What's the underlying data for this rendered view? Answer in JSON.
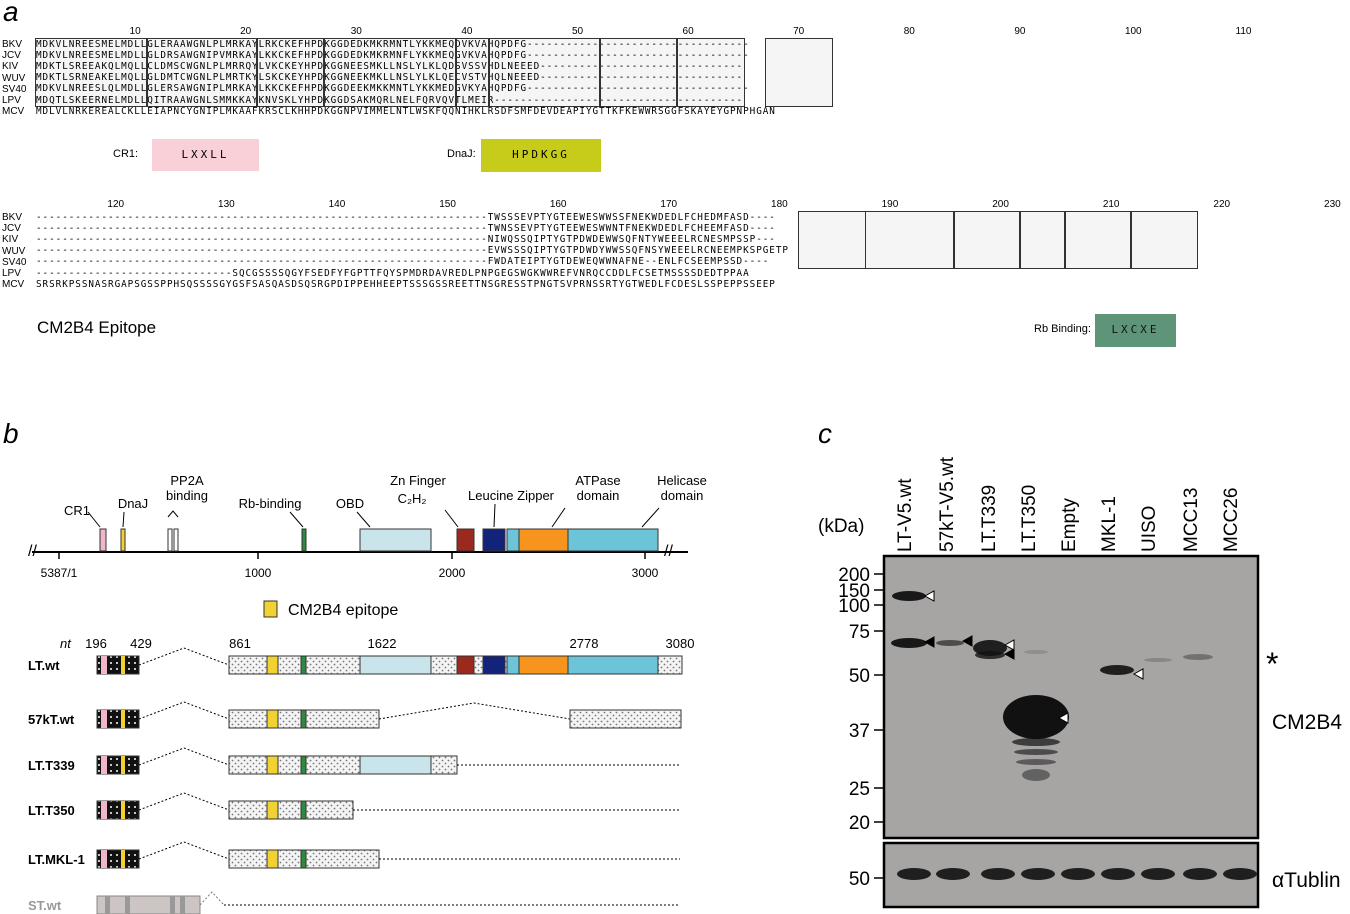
{
  "panels": {
    "a": "a",
    "b": "b",
    "c": "c"
  },
  "alignment": {
    "names": [
      "BKV",
      "JCV",
      "KIV",
      "WUV",
      "SV40",
      "LPV",
      "MCV"
    ],
    "block1": {
      "ticks": [
        "10",
        "20",
        "30",
        "40",
        "50",
        "60",
        "70",
        "80",
        "90",
        "100",
        "110"
      ],
      "rows": [
        "MDKVLNREESMELMDLLGLERAAWGNLPLMRKAYLRKCKEFHPDKGGDEDKMKRMNTLYKKMEQDVKVAHQPDFG----------------------------------",
        "MDKVLNREESMELMDLLGLDRSAWGNIPVMRKAYLKKCKEFHPDKGGDEDKMKRMNFLYKKMEQGVKVAHQPDFG----------------------------------",
        "MDKTLSREEAKQLMQLLCLDMSCWGNLPLMRRQYLVKCKEYHPDKGGNEESMKLLNSLYLKLQDSVSSVHDLNEEED-------------------------------",
        "MDKTLSRNEAKELMQLLGLDMTCWGNLPLMRTKYLSKCKEYHPDKGGNEEKMKLLNSLYLKLQECVSTVHQLNEEED-------------------------------",
        "MDKVLNREESLQLMDLLGLERSAWGNIPLMRKAYLKKCKEFHPDKGGDEEKMKKMNTLYKKMEDGVKYAHQPDFG----------------------------------",
        "MDQTLSKEERNELMDLLQITRAAWGNLSMMKKAYKNVSKLYHPDKGGDSAKMQRLNELFQRVQVTLMEIR--------------------------------------",
        "MDLVLNRKEREALCKLLEIAPNCYGNIPLMKAAFKRSCLKHHPDKGGNPVIMMELNTLWSKFQQNIHKLRSDFSMFDEVDEAPIYGTTKFKEWWRSGGFSKAYEYGPNPHGAN"
      ]
    },
    "block2": {
      "ticks": [
        "120",
        "130",
        "140",
        "150",
        "160",
        "170",
        "180",
        "190",
        "200",
        "210",
        "220",
        "230"
      ],
      "rows": [
        "---------------------------------------------------------------------TWSSSEVPTYGTEEWESWWSSFNEKWDEDLFCHEDMFASD----",
        "---------------------------------------------------------------------TWNSSEVPTYGTEEWESWWNTFNEKWDEDLFCHEEMFASD----",
        "---------------------------------------------------------------------NIWQSSQIPTYGTPDWDEWWSQFNTYWEEELRCNESMPSSP---",
        "---------------------------------------------------------------------EVWSSSQIPTYGTPDWDYWWSSQFNSYWEEELRCNEEMPKSPGETP",
        "---------------------------------------------------------------------FWDATEIPTYGTDEWEQWWNAFNE--ENLFCSEEMPSSD----",
        "------------------------------SQCGSSSSQGYFSEDFYFGPTTFQYSPMDRDAVREDLPNPGEGSWGKWWREFVNRQCCDDLFCSETMSSSSDEDTPPAA",
        "SRSRKPSSNASRGAPSGSSPPHSQSSSSGYGSFSASQASDSQSRGPDIPPEHHEEPTSSSGSSREETTNSGRESSTPNGTSVPRNSSRTYGTWEDLFCDESLSSPEPPSSEEP"
      ]
    },
    "motifs": {
      "cr1": {
        "label": "CR1:",
        "seq": "LXXLL",
        "color": "#f9d0d8"
      },
      "dnaj": {
        "label": "DnaJ:",
        "seq": "HPDKGG",
        "color": "#c7cc1a"
      },
      "rb": {
        "label": "Rb Binding:",
        "seq": "LXCXE",
        "color": "#5e9579"
      },
      "epitope_label": "CM2B4 Epitope",
      "epitope_color": "#f3dc9a"
    }
  },
  "domain_map": {
    "labels": {
      "cr1": "CR1",
      "dnaj": "DnaJ",
      "pp2a": "PP2A\nbinding",
      "rb": "Rb-binding",
      "obd": "OBD",
      "zn": "Zn Finger",
      "zn2": "C₂H₂",
      "leucine": "Leucine Zipper",
      "atpase": "ATPase\ndomain",
      "helicase": "Helicase\ndomain"
    },
    "axis": [
      "5387/1",
      "1000",
      "2000",
      "3000"
    ],
    "legend": "CM2B4 epitope",
    "nt_label": "nt",
    "nt_positions": [
      "196",
      "429",
      "861",
      "1622",
      "2778",
      "3080"
    ],
    "constructs": [
      "LT.wt",
      "57kT.wt",
      "LT.T339",
      "LT.T350",
      "LT.MKL-1",
      "ST.wt"
    ],
    "colors": {
      "cr1": "#f2b6c9",
      "dnaj": "#f1d232",
      "rb": "#2f8a3c",
      "obd": "#c9e4ea",
      "zn": "#9a2a1e",
      "leucine": "#13237a",
      "atpase": "#f7941d",
      "helicase": "#6cc4d8",
      "st": "#cdc4c4"
    }
  },
  "blot": {
    "kda_label": "(kDa)",
    "lanes": [
      "LT-V5.wt",
      "57kT-V5.wt",
      "LT.T339",
      "LT.T350",
      "Empty",
      "MKL-1",
      "UISO",
      "MCC13",
      "MCC26"
    ],
    "markers": [
      "200",
      "150",
      "100",
      "75",
      "50",
      "37",
      "25",
      "20"
    ],
    "lower_marker": "50",
    "antibody": "CM2B4",
    "loading": "αTublin",
    "asterisk": "*"
  }
}
